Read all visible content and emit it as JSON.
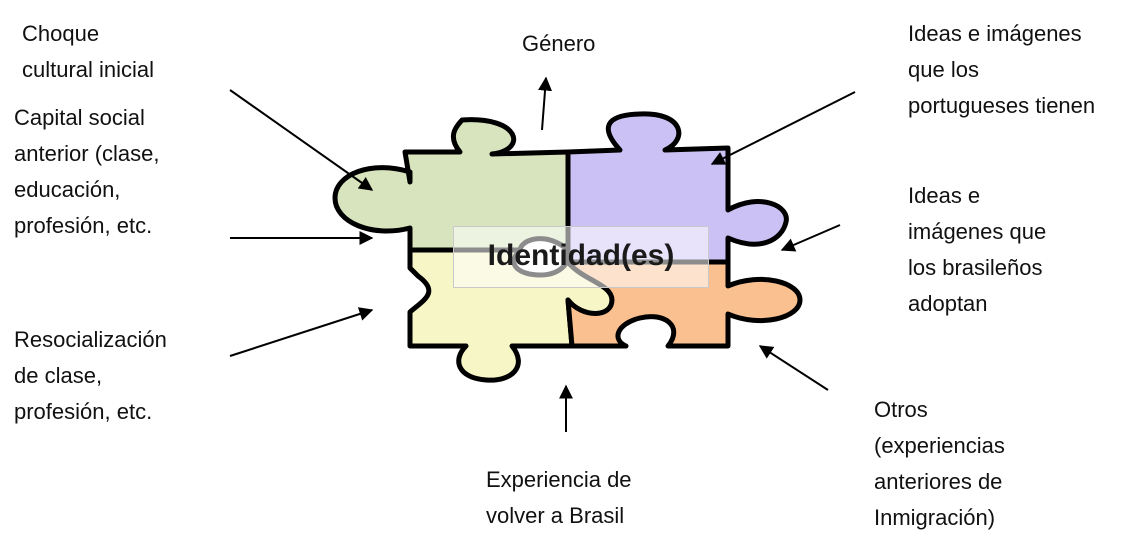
{
  "center": {
    "title": "Identidad(es)"
  },
  "labels": {
    "choque": [
      "Choque",
      "cultural inicial"
    ],
    "genero": [
      "Género"
    ],
    "ideas_portugueses": [
      "Ideas e imágenes",
      "que los",
      "portugueses tienen"
    ],
    "capital_social": [
      "Capital social",
      "anterior (clase,",
      "educación,",
      "profesión, etc."
    ],
    "ideas_brasilenos": [
      "Ideas e",
      "imágenes que",
      "los brasileños",
      "adoptan"
    ],
    "resocializacion": [
      "Resocialización",
      "de clase,",
      "profesión, etc."
    ],
    "otros": [
      "Otros",
      "(experiencias",
      "anteriores de",
      "Inmigración)"
    ],
    "volver_brasil": [
      "Experiencia de",
      "volver a Brasil"
    ]
  },
  "colors": {
    "piece_top_left": "#d7e4bd",
    "piece_top_right": "#ccc1f5",
    "piece_bottom_left": "#f6f6c6",
    "piece_bottom_right": "#fac090",
    "outline": "#000000"
  }
}
